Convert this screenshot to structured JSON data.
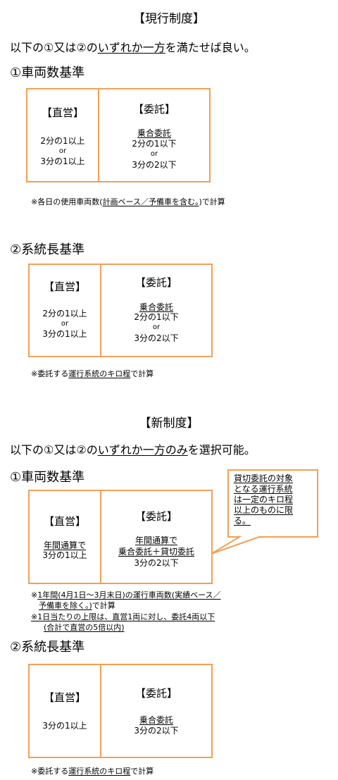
{
  "current": {
    "title": "【現行制度】",
    "intro_prefix": "以下の①又は②の",
    "intro_underline": "いずれか一方",
    "intro_suffix": "を満たせば良い。",
    "sec1": {
      "heading": "①車両数基準",
      "direct_label": "【直営】",
      "direct_line1": "2分の1以上",
      "direct_or": "or",
      "direct_line2": "3分の1以上",
      "contract_label": "【委託】",
      "contract_line1": "乗合委託",
      "contract_line2": "2分の1以下",
      "contract_or": "or",
      "contract_line3": "3分の2以下",
      "note_prefix": "※各日の使用車両数(",
      "note_underline": "計画ベース／予備車を含む。",
      "note_suffix": ")で計算"
    },
    "sec2": {
      "heading": "②系統長基準",
      "direct_label": "【直営】",
      "direct_line1": "2分の1以上",
      "direct_or": "or",
      "direct_line2": "3分の1以上",
      "contract_label": "【委託】",
      "contract_line1": "乗合委託",
      "contract_line2": "2分の1以下",
      "contract_or": "or",
      "contract_line3": "3分の2以下",
      "note_prefix": "※委託する",
      "note_underline": "運行系統のキロ程",
      "note_suffix": "で計算"
    }
  },
  "new": {
    "title": "【新制度】",
    "intro_prefix": "以下の①又は②の",
    "intro_underline": "いずれか一方のみ",
    "intro_suffix": "を選択可能。",
    "sec1": {
      "heading": "①車両数基準",
      "direct_label": "【直営】",
      "direct_line1": "年間通算で",
      "direct_line2": "3分の1以上",
      "contract_label": "【委託】",
      "contract_line1": "年間通算で",
      "contract_line2": "乗合委託＋貸切委託",
      "contract_line3": "3分の2以下",
      "callout": [
        "貸切委託の対象",
        "となる運行系統",
        "は一定のキロ程",
        "以上のものに限",
        "る。"
      ],
      "note1_prefix": "※",
      "note1_line1": "1年間(4月1日～3月末日)の運行車両数(実績ベース／",
      "note1_line2": "予備車を除く。)",
      "note1_suffix": "で計算",
      "note2_line1": "※1日当たりの上限は、直営1両に対し、委託4両以下",
      "note2_line2": "(合計で直営の5倍以内)"
    },
    "sec2": {
      "heading": "②系統長基準",
      "direct_label": "【直営】",
      "direct_line1": "3分の1以上",
      "contract_label": "【委託】",
      "contract_line1": "乗合委託",
      "contract_line2": "3分の2以下",
      "note_prefix": "※委託する",
      "note_underline": "運行系統のキロ程",
      "note_suffix": "で計算"
    }
  }
}
